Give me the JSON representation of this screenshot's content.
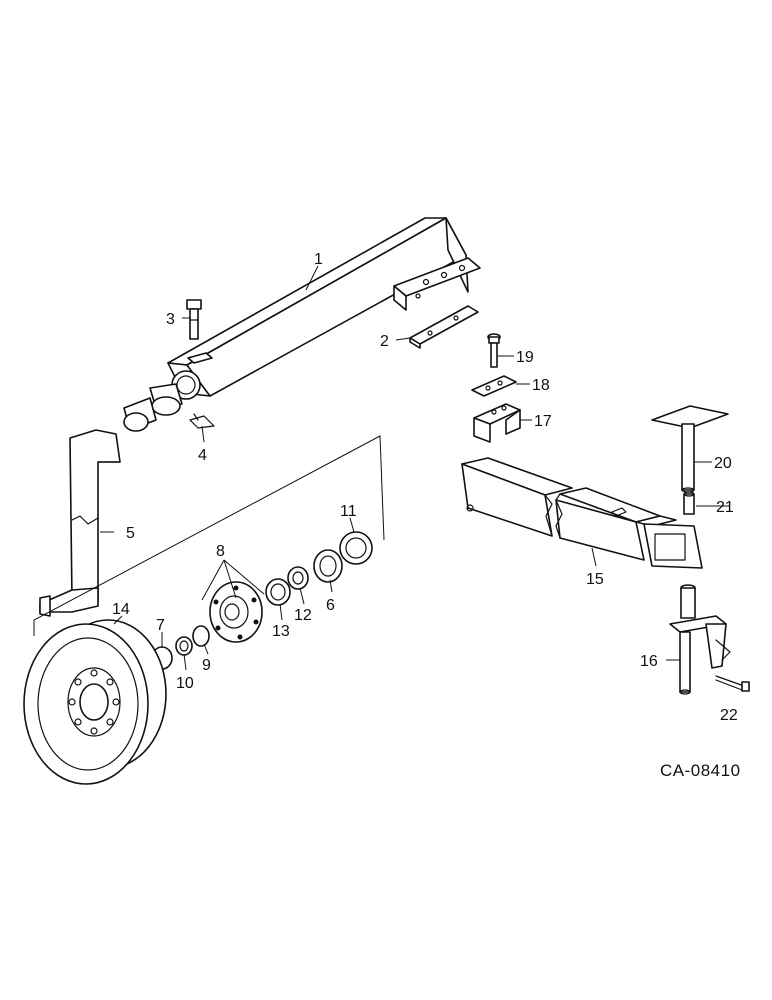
{
  "drawing_code": "CA-08410",
  "callouts": {
    "c1": "1",
    "c2": "2",
    "c3": "3",
    "c4": "4",
    "c5": "5",
    "c6": "6",
    "c7": "7",
    "c8": "8",
    "c9": "9",
    "c10": "10",
    "c11": "11",
    "c12": "12",
    "c13": "13",
    "c14": "14",
    "c15": "15",
    "c16": "16",
    "c17": "17",
    "c18": "18",
    "c19": "19",
    "c20": "20",
    "c21": "21",
    "c22": "22"
  }
}
